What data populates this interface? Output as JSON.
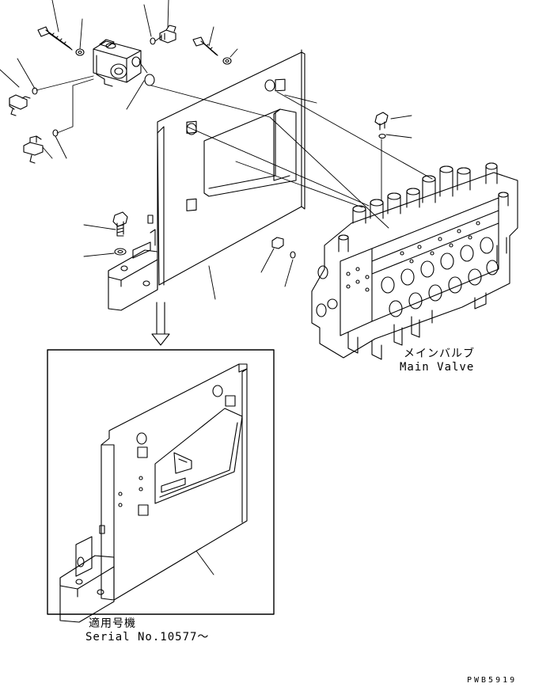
{
  "labels": {
    "main_valve_jp": "メインバルブ",
    "main_valve_en": "Main Valve",
    "applicable_jp": "適用号機",
    "serial": "Serial No.10577〜",
    "drawing_code": "PWB5919"
  },
  "colors": {
    "line": "#000000",
    "background": "#ffffff"
  }
}
